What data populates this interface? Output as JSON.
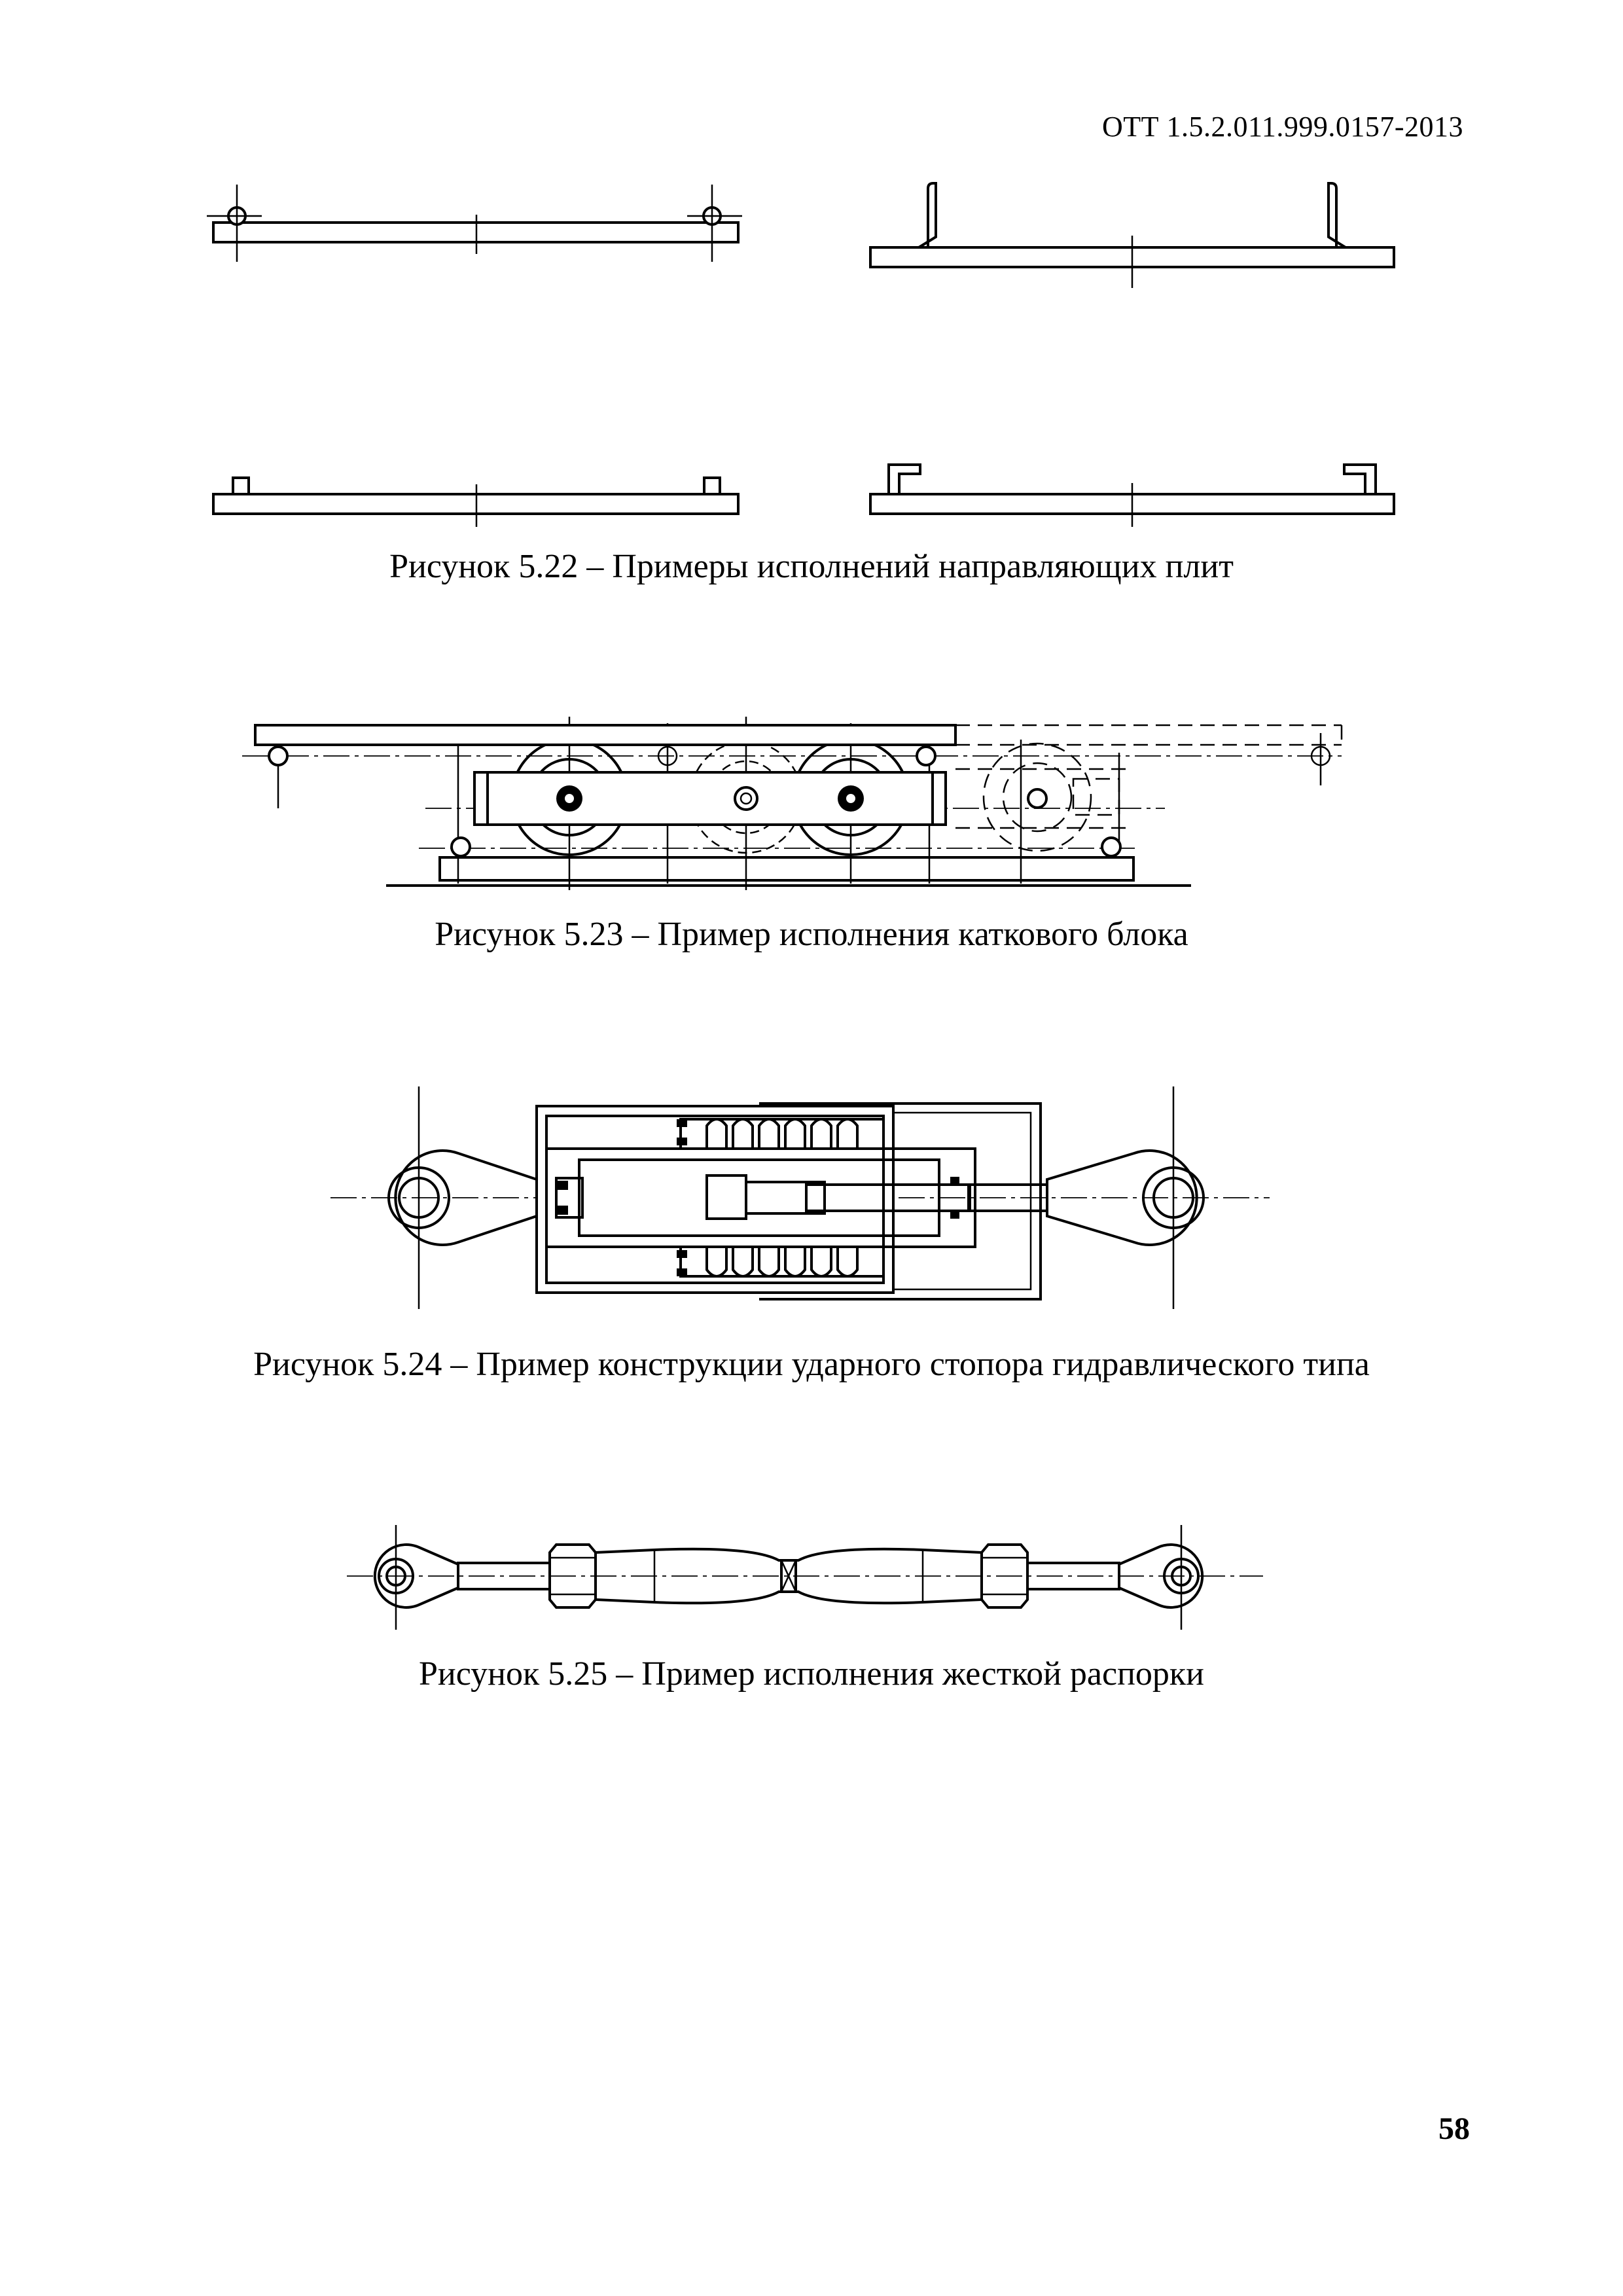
{
  "document": {
    "header_code": "ОТТ 1.5.2.011.999.0157-2013",
    "page_number": "58"
  },
  "figures": [
    {
      "caption": "Рисунок 5.22 – Примеры исполнений направляющих плит"
    },
    {
      "caption": "Рисунок 5.23 – Пример исполнения каткового блока"
    },
    {
      "caption": "Рисунок 5.24 – Пример конструкции ударного стопора гидравлического типа"
    },
    {
      "caption": "Рисунок 5.25 – Пример исполнения жесткой распорки"
    }
  ]
}
